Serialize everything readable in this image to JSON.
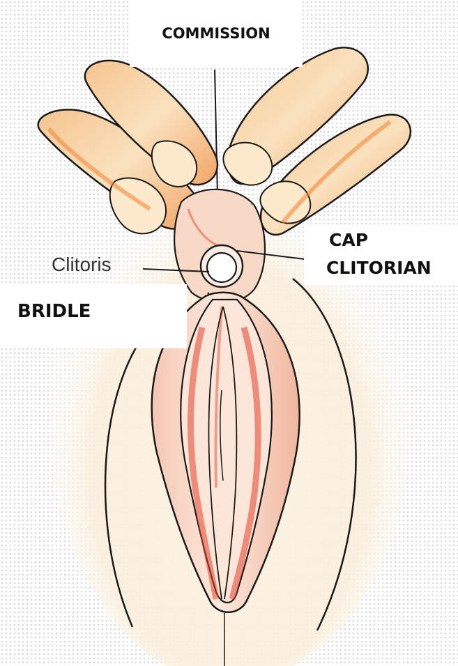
{
  "labels": {
    "commission": "COMMISSION",
    "cap_line1": "CAP",
    "cap_line2": "CLITORIAN",
    "clitoris": "Clitoris",
    "bridle": "BRIDLE"
  },
  "colors": {
    "skin_fill": "#fbe9dc",
    "finger_fill": "#f9deb5",
    "finger_edge": "#f08a3a",
    "accent_red": "#e0442b",
    "outline": "#1a1a1a",
    "background_texture": "#c9c9c9"
  }
}
